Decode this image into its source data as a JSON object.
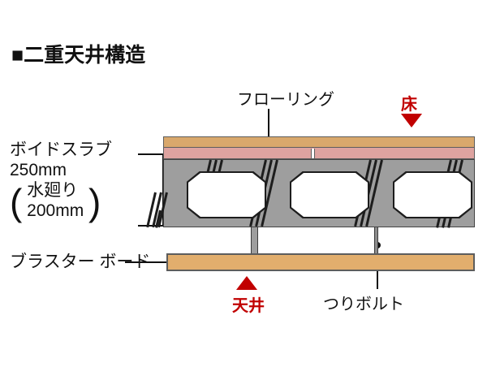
{
  "title": "■二重天井構造",
  "labels": {
    "void_slab": {
      "line1": "ボイドスラブ",
      "line2": "250mm",
      "paren_line1": "水廻り",
      "paren_line2": "200mm"
    },
    "plaster_board": {
      "line1": "ブラスター",
      "line2": "ボード"
    },
    "flooring": "フローリング",
    "hanger_bolt": "つりボルト",
    "floor_marker": "床",
    "ceiling_marker": "天井"
  },
  "colors": {
    "accent_red": "#c10000",
    "flooring_tan": "#d9a86c",
    "cushion_pink": "#dea3a0",
    "concrete_gray": "#9e9e9e",
    "board_tan": "#e2ae6d",
    "outline_dark": "#444444",
    "text_black": "#111111"
  },
  "structure": {
    "layers": [
      {
        "name": "flooring-layer",
        "label": "フローリング"
      },
      {
        "name": "cushion-layer",
        "label": ""
      },
      {
        "name": "concrete-slab-layer",
        "label": ""
      }
    ],
    "void_count": 3,
    "bolt_count": 2
  }
}
